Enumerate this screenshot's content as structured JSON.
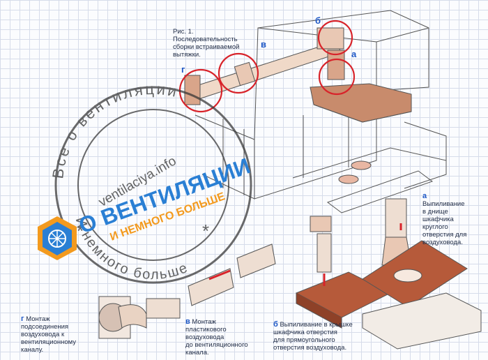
{
  "figure": {
    "title_lines": [
      "Рис. 1.",
      "Последовательность",
      "сборки встраиваемой",
      "вытяжки."
    ]
  },
  "labels": {
    "a": "а",
    "b": "б",
    "v": "в",
    "g": "г"
  },
  "captions": {
    "a": {
      "letter": "а",
      "lines": [
        "Выпиливание",
        "в днище",
        "шкафчика",
        "круглого",
        "отверстия для",
        "воздуховода."
      ]
    },
    "b": {
      "letter": "б",
      "lines": [
        "Выпиливание в крышке",
        "шкафчика отверстия",
        "для прямоугольного",
        "отверстия воздуховода."
      ]
    },
    "v": {
      "letter": "в",
      "lines": [
        "Монтаж",
        "пластикового",
        "воздуховода",
        "до вентиляционного",
        "канала."
      ]
    },
    "g": {
      "letter": "г",
      "lines": [
        "Монтаж",
        "подсоединения",
        "воздуховода к",
        "вентиляционному",
        "каналу."
      ]
    }
  },
  "watermark": {
    "ring_top": "Все о вентиляции",
    "ring_bottom": "И немного больше",
    "site": "ventilaciya.info",
    "logo_main": "О ВЕНТИЛЯЦИИ",
    "logo_sub": "И НЕМНОГО БОЛЬШЕ",
    "star": "*"
  },
  "colors": {
    "accent_blue": "#1d57c6",
    "logo_orange": "#f39a1e",
    "logo_blue": "#2a7fd4",
    "highlight_red": "#d8232a",
    "wood": "#b65a3a"
  }
}
